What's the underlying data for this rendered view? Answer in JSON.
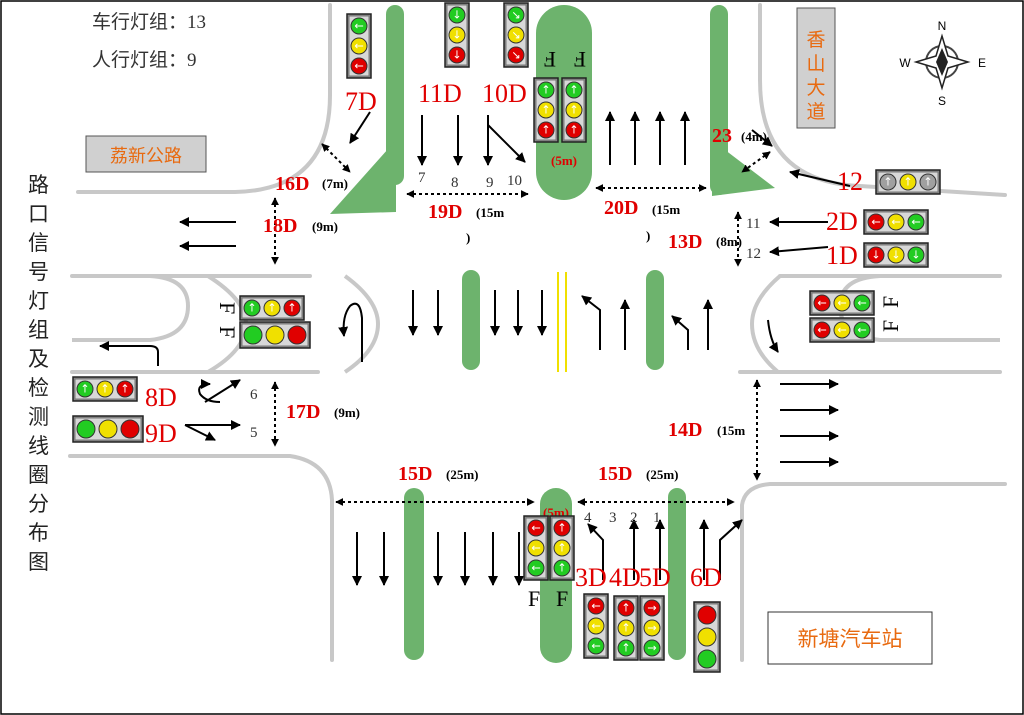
{
  "header": {
    "vehicle_groups": "车行灯组：13",
    "ped_groups": "人行灯组：9",
    "side_title": "路口信号灯组及检测线圈分布图"
  },
  "roads": {
    "lixin": "荔新公路",
    "xiangshan": "香山大道",
    "station": "新塘汽车站"
  },
  "compass": {
    "n": "N",
    "s": "S",
    "e": "E",
    "w": "W"
  },
  "detectors": {
    "d1": "1D",
    "d2": "2D",
    "d3": "3D",
    "d4": "4D",
    "d5": "5D",
    "d6": "6D",
    "d7": "7D",
    "d8": "8D",
    "d9": "9D",
    "d10": "10D",
    "d11": "11D",
    "d12": "12",
    "d13": "13D",
    "d14": "14D",
    "d15a": "15D",
    "d15b": "15D",
    "d16": "16D",
    "d17": "17D",
    "d18": "18D",
    "d19": "19D",
    "d20": "20D",
    "d23": "23"
  },
  "distances": {
    "d13": "(8m)",
    "d14": "(15m",
    "d15a": "(25m)",
    "d15b": "(25m)",
    "d16": "(7m)",
    "d17": "(9m)",
    "d18": "(9m)",
    "d19": "(15m",
    "d19b": ")",
    "d20": "(15m",
    "d20b": ")",
    "d23": "(4m)",
    "center_n": "(5m)",
    "center_s": "(5m)"
  },
  "lane_numbers": {
    "n7": "7",
    "n8": "8",
    "n9": "9",
    "n10": "10",
    "n1": "1",
    "n2": "2",
    "n3": "3",
    "n4": "4",
    "n5": "5",
    "n6": "6",
    "n11": "11",
    "n12": "12"
  },
  "ped_label": "F",
  "colors": {
    "island": "#6db36d",
    "detector_red": "#e00000",
    "road_line": "#c8c8c8",
    "orange_text": "#e86a10",
    "signal_green": "#22cc22",
    "signal_yellow": "#f0e000",
    "signal_red": "#e00000"
  }
}
